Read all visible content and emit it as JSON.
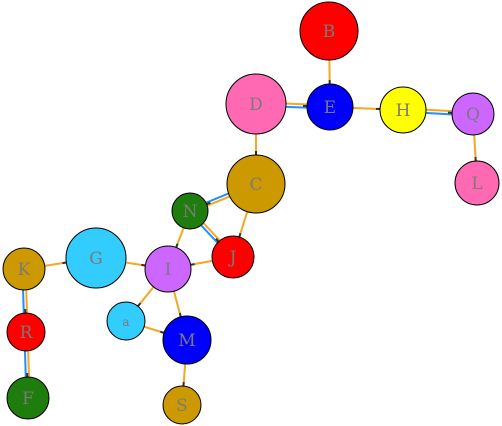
{
  "colors": {
    "edge_primary": "#f5a623",
    "edge_secondary": "#1e90ff",
    "label": "#7a7a7a"
  },
  "nodes": [
    {
      "id": "B",
      "label": "B",
      "color": "#ff0000"
    },
    {
      "id": "E",
      "label": "E",
      "color": "#0000ff"
    },
    {
      "id": "D",
      "label": "D",
      "color": "#ff69b4"
    },
    {
      "id": "H",
      "label": "H",
      "color": "#ffff00"
    },
    {
      "id": "Q",
      "label": "Q",
      "color": "#cc66ff"
    },
    {
      "id": "L",
      "label": "L",
      "color": "#ff69b4"
    },
    {
      "id": "C",
      "label": "C",
      "color": "#cc9900"
    },
    {
      "id": "N",
      "label": "N",
      "color": "#1e7d0c"
    },
    {
      "id": "J",
      "label": "J",
      "color": "#ff0000"
    },
    {
      "id": "G",
      "label": "G",
      "color": "#33ccff"
    },
    {
      "id": "I",
      "label": "I",
      "color": "#cc66ff"
    },
    {
      "id": "K",
      "label": "K",
      "color": "#cc9900"
    },
    {
      "id": "R",
      "label": "R",
      "color": "#ff0000"
    },
    {
      "id": "F",
      "label": "F",
      "color": "#1e7d0c"
    },
    {
      "id": "a",
      "label": "a",
      "color": "#33ccff"
    },
    {
      "id": "M",
      "label": "M",
      "color": "#0000ff"
    },
    {
      "id": "S",
      "label": "S",
      "color": "#cc9900"
    }
  ],
  "edges": [
    {
      "from": "B",
      "to": "E",
      "double": false
    },
    {
      "from": "D",
      "to": "E",
      "double": true
    },
    {
      "from": "E",
      "to": "H",
      "double": false
    },
    {
      "from": "H",
      "to": "Q",
      "double": true
    },
    {
      "from": "Q",
      "to": "L",
      "double": false
    },
    {
      "from": "D",
      "to": "C",
      "double": false
    },
    {
      "from": "C",
      "to": "N",
      "double": true
    },
    {
      "from": "C",
      "to": "J",
      "double": false
    },
    {
      "from": "N",
      "to": "J",
      "double": true
    },
    {
      "from": "N",
      "to": "I",
      "double": false
    },
    {
      "from": "J",
      "to": "I",
      "double": false
    },
    {
      "from": "G",
      "to": "I",
      "double": false
    },
    {
      "from": "K",
      "to": "G",
      "double": false
    },
    {
      "from": "K",
      "to": "R",
      "double": true
    },
    {
      "from": "R",
      "to": "F",
      "double": true
    },
    {
      "from": "I",
      "to": "a",
      "double": false
    },
    {
      "from": "I",
      "to": "M",
      "double": false
    },
    {
      "from": "a",
      "to": "M",
      "double": false
    },
    {
      "from": "M",
      "to": "S",
      "double": false
    }
  ]
}
